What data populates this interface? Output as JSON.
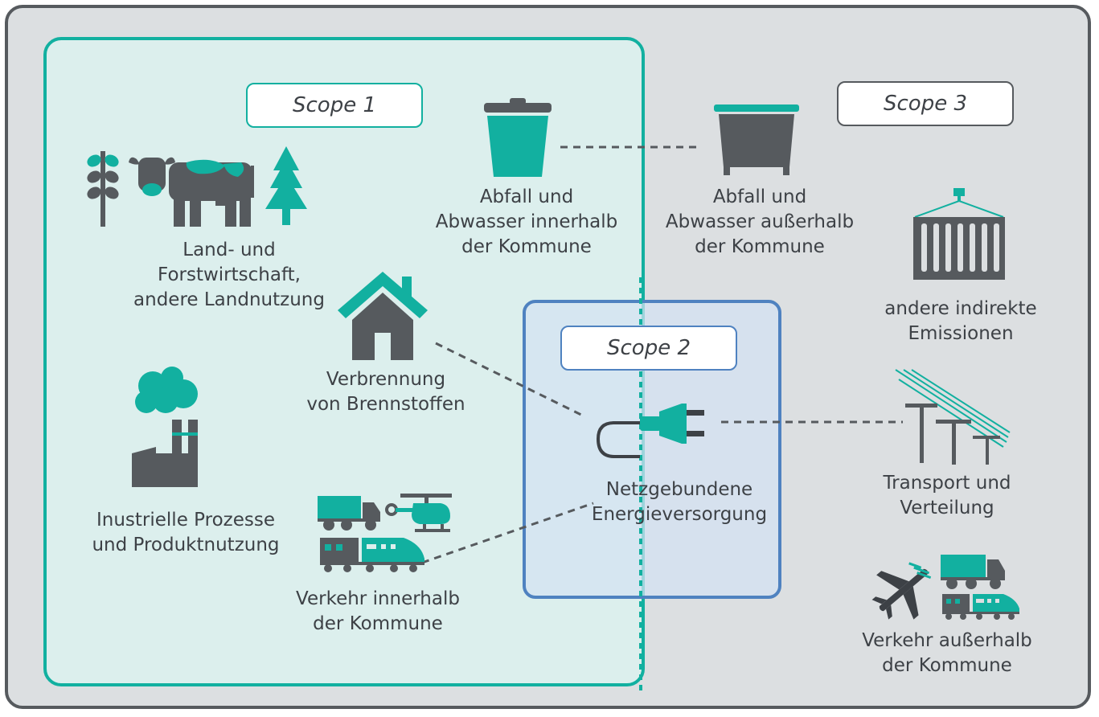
{
  "scopes": {
    "scope1": "Scope 1",
    "scope2": "Scope 2",
    "scope3": "Scope 3"
  },
  "labels": {
    "agriculture": "Land- und\nForstwirtschaft,\nandere Landnutzung",
    "waste_inside": "Abfall und\nAbwasser innerhalb\nder Kommune",
    "waste_outside": "Abfall und\nAbwasser außerhalb\nder Kommune",
    "other_indirect": "andere indirekte\nEmissionen",
    "combustion": "Verbrennung\nvon Brennstoffen",
    "grid_energy": "Netzgebundene\nEnergieversorgung",
    "transmission": "Transport und\nVerteilung",
    "industry": "Inustrielle Prozesse\nund Produktnutzung",
    "traffic_inside": "Verkehr innerhalb\nder Kommune",
    "traffic_outside": "Verkehr außerhalb\nder Kommune"
  },
  "icons": [
    "wheat-icon",
    "cow-icon",
    "tree-icon",
    "trash-bin-icon",
    "waste-container-icon",
    "shipping-container-icon",
    "house-icon",
    "power-plug-icon",
    "power-lines-icon",
    "factory-icon",
    "truck-icon",
    "helicopter-icon",
    "train-icon",
    "airplane-icon"
  ],
  "colors": {
    "teal": "#12b0a0",
    "dark_grey": "#565a5e",
    "scope2_blue": "#4f82c0",
    "scope1_fill": "#dcefed",
    "background": "#dcdfe1"
  }
}
